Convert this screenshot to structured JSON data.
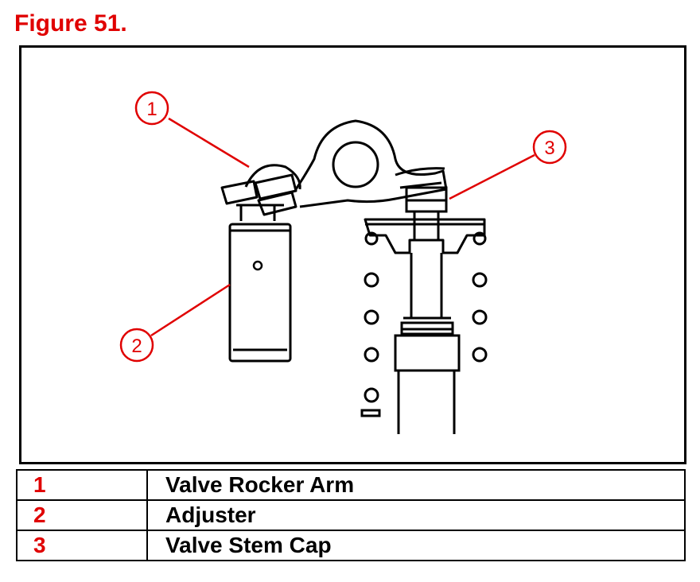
{
  "figure_title": "Figure 51.",
  "callouts": [
    {
      "number": "1"
    },
    {
      "number": "2"
    },
    {
      "number": "3"
    }
  ],
  "legend": [
    {
      "number": "1",
      "label": "Valve Rocker Arm"
    },
    {
      "number": "2",
      "label": "Adjuster"
    },
    {
      "number": "3",
      "label": "Valve Stem Cap"
    }
  ],
  "colors": {
    "accent": "#e00000",
    "line": "#000000"
  }
}
